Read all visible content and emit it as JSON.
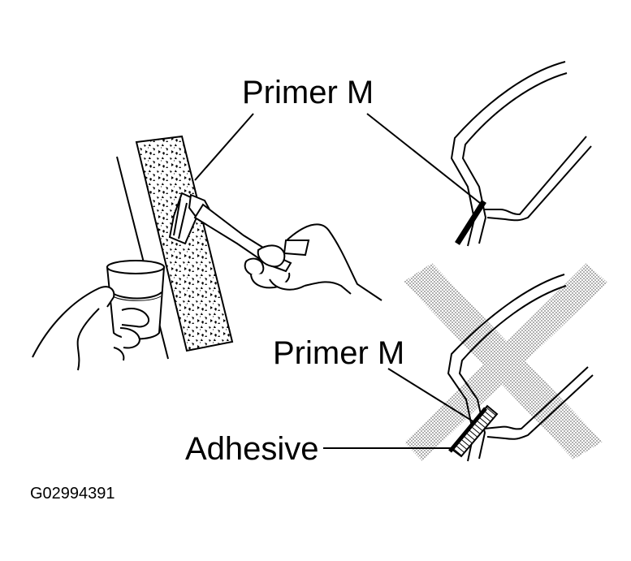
{
  "labels": {
    "primer_top": "Primer M",
    "primer_bottom": "Primer M",
    "adhesive": "Adhesive",
    "figure_id": "G02994391"
  },
  "colors": {
    "ink": "#000000",
    "background": "#ffffff",
    "hatch_gray": "#9a9a9a"
  },
  "icons": {
    "cup": "cup-icon",
    "brush": "brush-icon",
    "cross_mark": "x-mark-icon"
  }
}
